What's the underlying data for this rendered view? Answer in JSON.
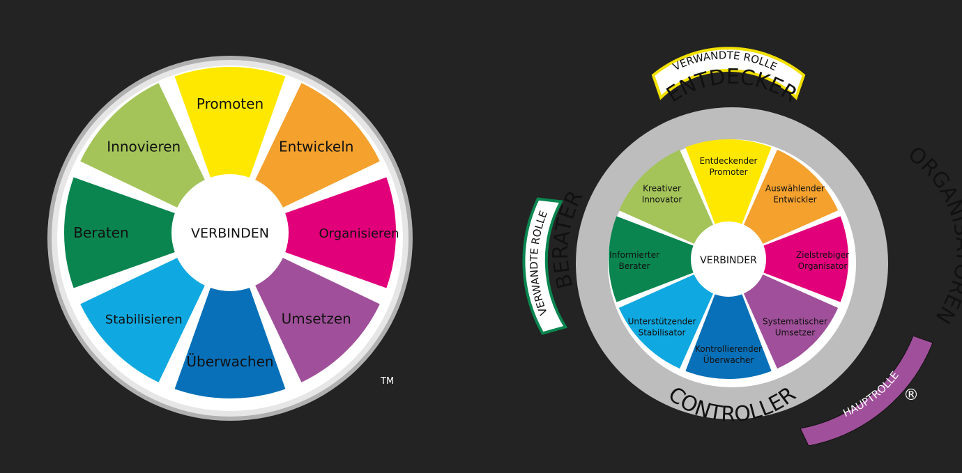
{
  "left_wheel": {
    "center_label": "VERBINDEN",
    "trademark": "TM",
    "segments": [
      {
        "label": "Promoten",
        "color": "#FFE800"
      },
      {
        "label": "Entwickeln",
        "color": "#F4A12E"
      },
      {
        "label": "Organisieren",
        "color": "#E2007A"
      },
      {
        "label": "Umsetzen",
        "color": "#A0509A"
      },
      {
        "label": "Überwachen",
        "color": "#0870B8"
      },
      {
        "label": "Stabilisieren",
        "color": "#10A8E0"
      },
      {
        "label": "Beraten",
        "color": "#0A8550"
      },
      {
        "label": "Innovieren",
        "color": "#A4C45A"
      }
    ]
  },
  "right_wheel": {
    "center_label": "VERBINDER",
    "registered": "®",
    "segments": [
      {
        "line1": "Entdeckender",
        "line2": "Promoter",
        "color": "#FFE800"
      },
      {
        "line1": "Auswählender",
        "line2": "Entwickler",
        "color": "#F4A12E"
      },
      {
        "line1": "Zielstrebiger",
        "line2": "Organisator",
        "color": "#E2007A"
      },
      {
        "line1": "Systematischer",
        "line2": "Umsetzer",
        "color": "#A0509A"
      },
      {
        "line1": "Kontrollierender",
        "line2": "Überwacher",
        "color": "#0870B8"
      },
      {
        "line1": "Unterstützender",
        "line2": "Stabilisator",
        "color": "#10A8E0"
      },
      {
        "line1": "Informierter",
        "line2": "Berater",
        "color": "#0A8550"
      },
      {
        "line1": "Kreativer",
        "line2": "Innovator",
        "color": "#A4C45A"
      }
    ],
    "ring_labels": {
      "top": "ENTDECKER",
      "right": "ORGANISATOREN",
      "bottom": "CONTROLLER",
      "left": "BERATER"
    },
    "related_role_top": "VERWANDTE ROLLE",
    "related_role_left": "VERWANDTE ROLLE",
    "main_role": "HAUPTROLLE",
    "main_role_color": "#A0509A",
    "related_role_top_border": "#F2E000",
    "related_role_left_border": "#0A8550"
  }
}
